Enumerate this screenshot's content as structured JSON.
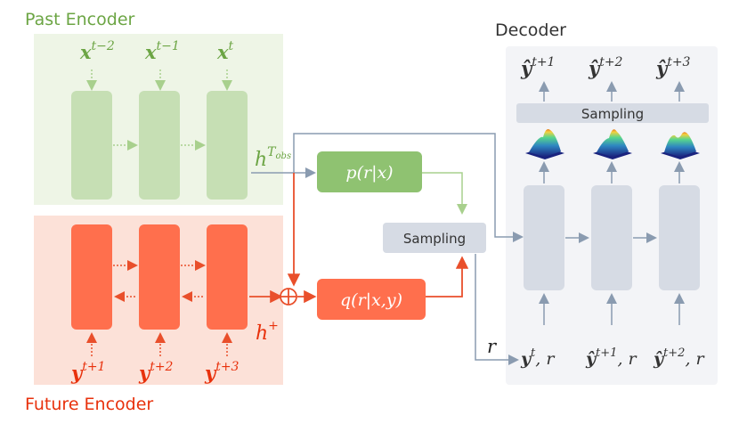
{
  "labels": {
    "past_encoder": "Past Encoder",
    "future_encoder": "Future Encoder",
    "decoder": "Decoder",
    "sampling_mid": "Sampling",
    "sampling_top": "Sampling"
  },
  "past_inputs": [
    {
      "base": "x",
      "sup": "t−2"
    },
    {
      "base": "x",
      "sup": "t−1"
    },
    {
      "base": "x",
      "sup": "t"
    }
  ],
  "future_inputs": [
    {
      "base": "y",
      "sup": "t+1"
    },
    {
      "base": "y",
      "sup": "t+2"
    },
    {
      "base": "y",
      "sup": "t+3"
    }
  ],
  "decoder_outputs": [
    {
      "base": "ŷ",
      "sup": "t+1"
    },
    {
      "base": "ŷ",
      "sup": "t+2"
    },
    {
      "base": "ŷ",
      "sup": "t+3"
    }
  ],
  "decoder_inputs": [
    {
      "base": "y",
      "sup": "t",
      "suffix": ", r"
    },
    {
      "base": "ŷ",
      "sup": "t+1",
      "suffix": ", r"
    },
    {
      "base": "ŷ",
      "sup": "t+2",
      "suffix": ", r"
    }
  ],
  "hidden": {
    "h_obs": {
      "base": "h",
      "sup": "T",
      "sub": "obs"
    },
    "h_plus": {
      "base": "h",
      "sup": "+"
    },
    "r": "r"
  },
  "prior": "p(r|x)",
  "posterior": "q(r|x,y)",
  "colors": {
    "green_label": "#6ca544",
    "green_block": "#c6dfb4",
    "green_bg": "#eef5e6",
    "green_box": "#8fc271",
    "red_label": "#e8310c",
    "red_block": "#ff6f4d",
    "red_bg": "#fce1d8",
    "red_arrow": "#e94f2b",
    "grey_block": "#d6dbe4",
    "grey_bg": "#f3f4f7",
    "grey_arrow": "#8a9bb0"
  }
}
